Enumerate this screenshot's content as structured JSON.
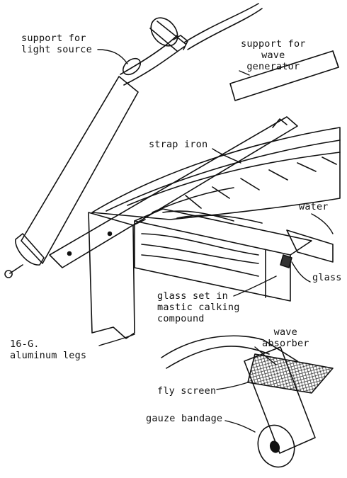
{
  "labels": {
    "light_support": [
      "support for",
      "light source"
    ],
    "wave_support": [
      "support for",
      "wave",
      "generator"
    ],
    "strap_iron": "strap iron",
    "water": "water",
    "glass": "glass",
    "glass_set": [
      "glass set in",
      "mastic calking",
      "compound"
    ],
    "legs": [
      "16-G.",
      "aluminum legs"
    ],
    "wave_absorber": [
      "wave",
      "absorber"
    ],
    "fly_screen": "fly screen",
    "gauze_bandage": "gauze bandage"
  }
}
